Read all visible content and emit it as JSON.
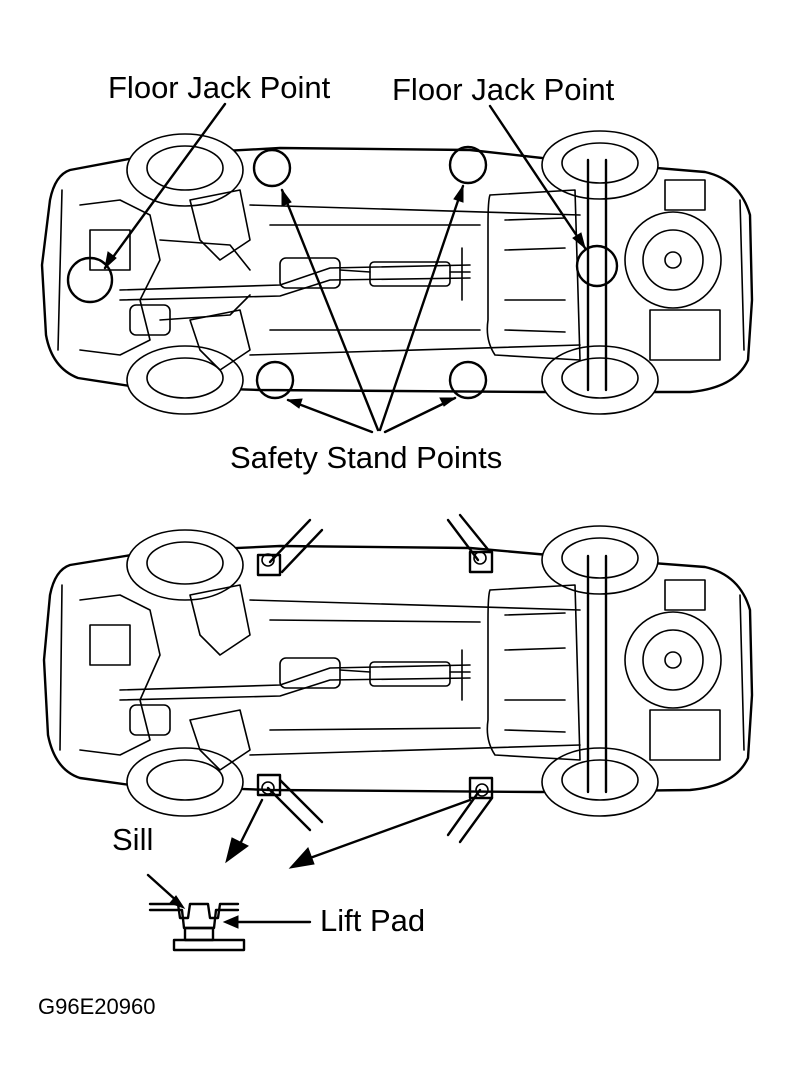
{
  "labels": {
    "floor_jack_left": "Floor Jack Point",
    "floor_jack_right": "Floor Jack Point",
    "safety_stand": "Safety Stand Points",
    "sill": "Sill",
    "lift_pad": "Lift Pad",
    "figure_code": "G96E20960"
  },
  "colors": {
    "ink": "#000000",
    "paper": "#ffffff"
  }
}
